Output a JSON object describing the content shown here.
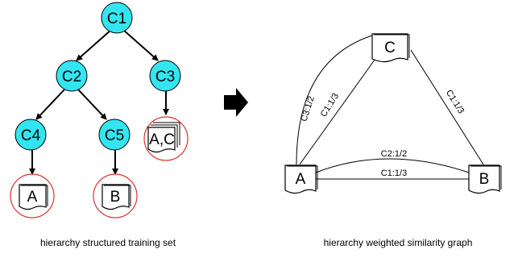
{
  "colors": {
    "cluster_fill": "#33e5f0",
    "doc_circle": "#e03030",
    "line": "#000000"
  },
  "tree": {
    "nodes": {
      "c1": "C1",
      "c2": "C2",
      "c3": "C3",
      "c4": "C4",
      "c5": "C5"
    },
    "docs": {
      "a": "A",
      "b": "B",
      "ac": "A,C"
    },
    "caption": "hierarchy structured training set"
  },
  "graph": {
    "nodes": {
      "a": "A",
      "b": "B",
      "c": "C"
    },
    "edges": {
      "ac_outer": "C3:1/2",
      "ac_inner": "C1:1/3",
      "cb": "C1:1/3",
      "ab_outer": "C2:1/2",
      "ab_inner": "C1:1/3"
    },
    "caption": "hierarchy weighted similarity graph"
  },
  "arrow_icon": "right-arrow-icon"
}
